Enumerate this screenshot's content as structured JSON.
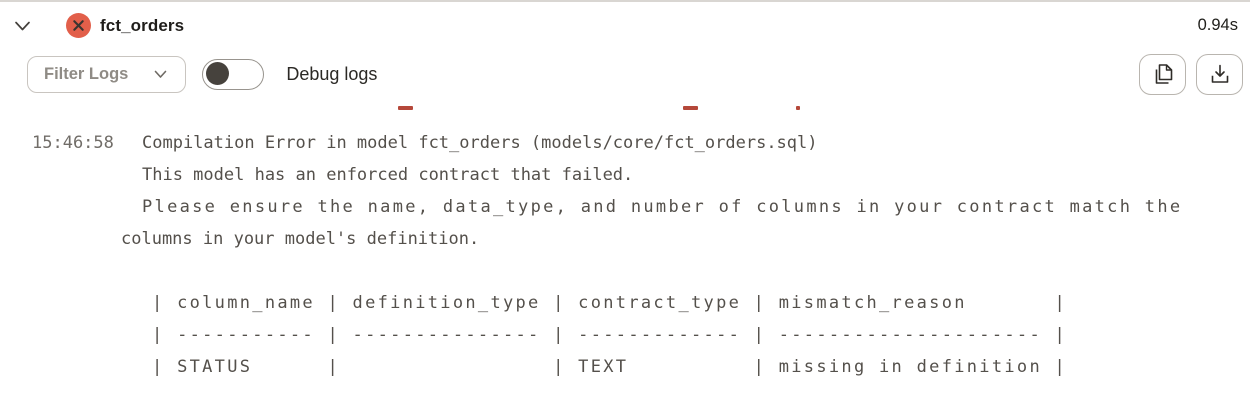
{
  "header": {
    "collapse_icon": "chevron-down",
    "status_icon": "x-circle-error",
    "model_name": "fct_orders",
    "duration": "0.94s"
  },
  "toolbar": {
    "filter_label": "Filter Logs",
    "filter_chevron_icon": "chevron-down",
    "debug_label": "Debug logs",
    "debug_toggle_state": "off",
    "copy_icon": "copy",
    "download_icon": "download"
  },
  "log": {
    "timestamp": "15:46:58",
    "clipped_fragments": [
      "-",
      "-",
      "."
    ],
    "lines": [
      "Compilation Error in model fct_orders (models/core/fct_orders.sql)",
      "This model has an enforced contract that failed.",
      "Please ensure the name, data_type, and number of columns in your contract match the",
      "columns in your model's definition.",
      "",
      "| column_name | definition_type | contract_type | mismatch_reason       |",
      "| ----------- | --------------- | ------------- | --------------------- |",
      "| STATUS      |                 | TEXT          | missing in definition |"
    ]
  },
  "colors": {
    "error_badge": "#e25f4a",
    "error_badge_glyph": "#393430",
    "red_fragment": "#b5483a",
    "log_text": "#54504b",
    "timestamp_text": "#716d68"
  }
}
